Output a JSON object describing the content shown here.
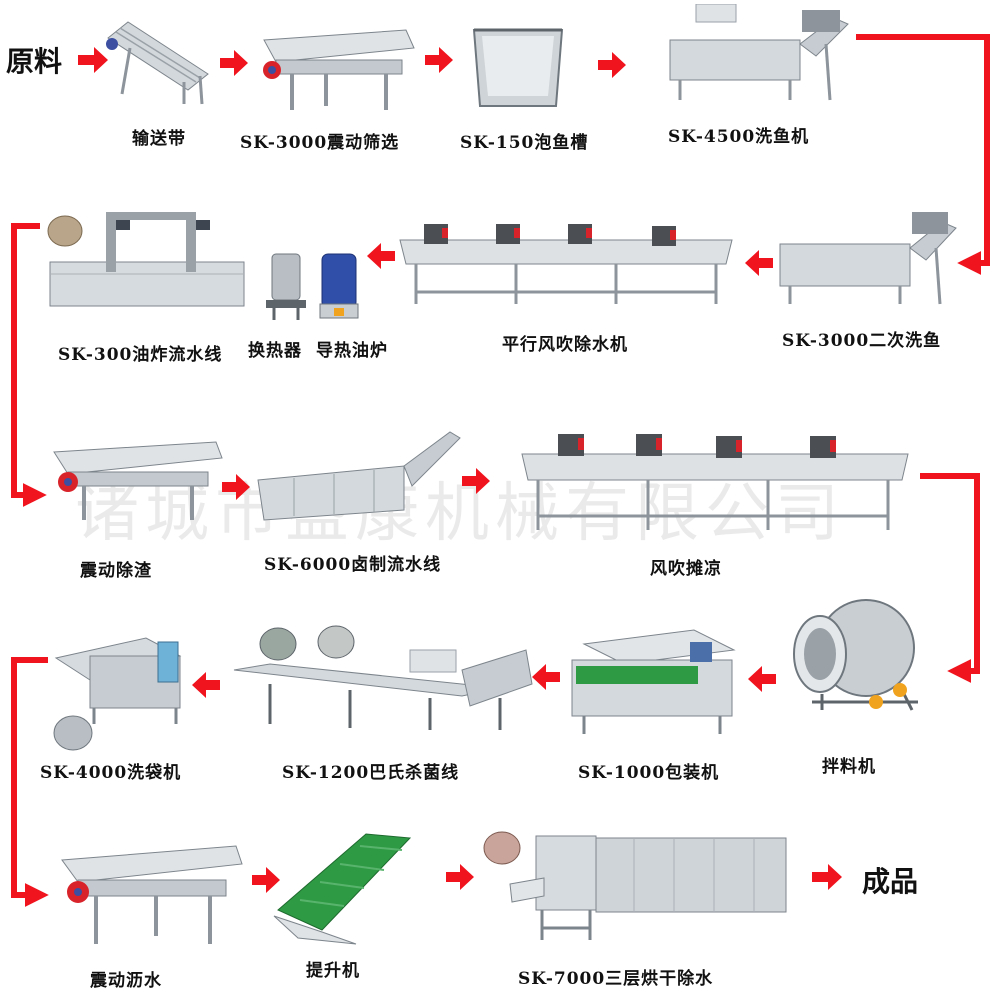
{
  "colors": {
    "arrow": "#f0141e",
    "steel": "#c9ced3",
    "steel_dark": "#8d949b",
    "green_belt": "#2f9a44"
  },
  "flow": {
    "start_label": "原料",
    "end_label": "成品",
    "watermark": "诸城市盛康机械有限公司",
    "steps": [
      {
        "label": "输送带"
      },
      {
        "label": "SK-3000震动筛选"
      },
      {
        "label": "SK-150泡鱼槽"
      },
      {
        "label": "SK-4500洗鱼机"
      },
      {
        "label": "SK-3000二次洗鱼"
      },
      {
        "label": "平行风吹除水机"
      },
      {
        "label": "换热器"
      },
      {
        "label": "导热油炉"
      },
      {
        "label": "SK-300油炸流水线"
      },
      {
        "label": "震动除渣"
      },
      {
        "label": "SK-6000卤制流水线"
      },
      {
        "label": "风吹摊凉"
      },
      {
        "label": "拌料机"
      },
      {
        "label": "SK-1000包装机"
      },
      {
        "label": "SK-1200巴氏杀菌线"
      },
      {
        "label": "SK-4000洗袋机"
      },
      {
        "label": "震动沥水"
      },
      {
        "label": "提升机"
      },
      {
        "label": "SK-7000三层烘干除水"
      }
    ]
  }
}
